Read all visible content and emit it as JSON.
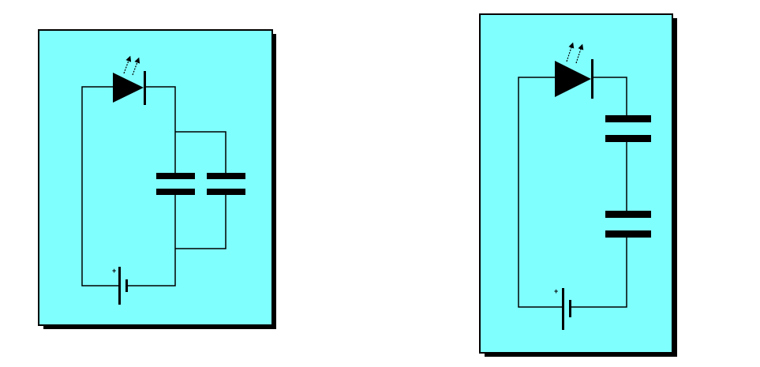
{
  "colors": {
    "panel": "#80FFFF",
    "ink": "#000000",
    "shadow": "#000000",
    "background": "#FFFFFF"
  },
  "diagrams": [
    {
      "name": "parallel-capacitors-circuit",
      "components": [
        "battery",
        "led",
        "capacitor",
        "capacitor"
      ],
      "capacitor_arrangement": "parallel",
      "battery_polarity_label": "+"
    },
    {
      "name": "series-capacitors-circuit",
      "components": [
        "battery",
        "led",
        "capacitor",
        "capacitor"
      ],
      "capacitor_arrangement": "series",
      "battery_polarity_label": "+"
    }
  ]
}
